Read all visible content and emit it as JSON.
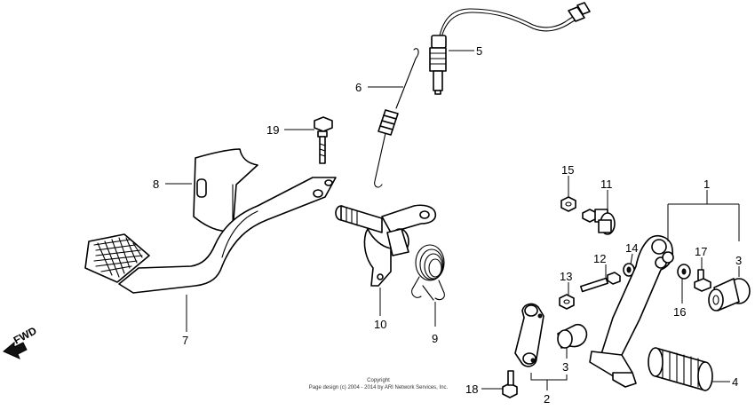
{
  "callouts": {
    "c1": "1",
    "c2": "2",
    "c3a": "3",
    "c3b": "3",
    "c4": "4",
    "c5": "5",
    "c6": "6",
    "c7": "7",
    "c8": "8",
    "c9": "9",
    "c10": "10",
    "c11": "11",
    "c12": "12",
    "c13": "13",
    "c14": "14",
    "c15": "15",
    "c16": "16",
    "c17": "17",
    "c18": "18",
    "c19": "19"
  },
  "direction_label": "FWD",
  "copyright": {
    "line1": "Copyright",
    "line2": "Page design (c) 2004 - 2014 by ARI Network Services, Inc."
  }
}
